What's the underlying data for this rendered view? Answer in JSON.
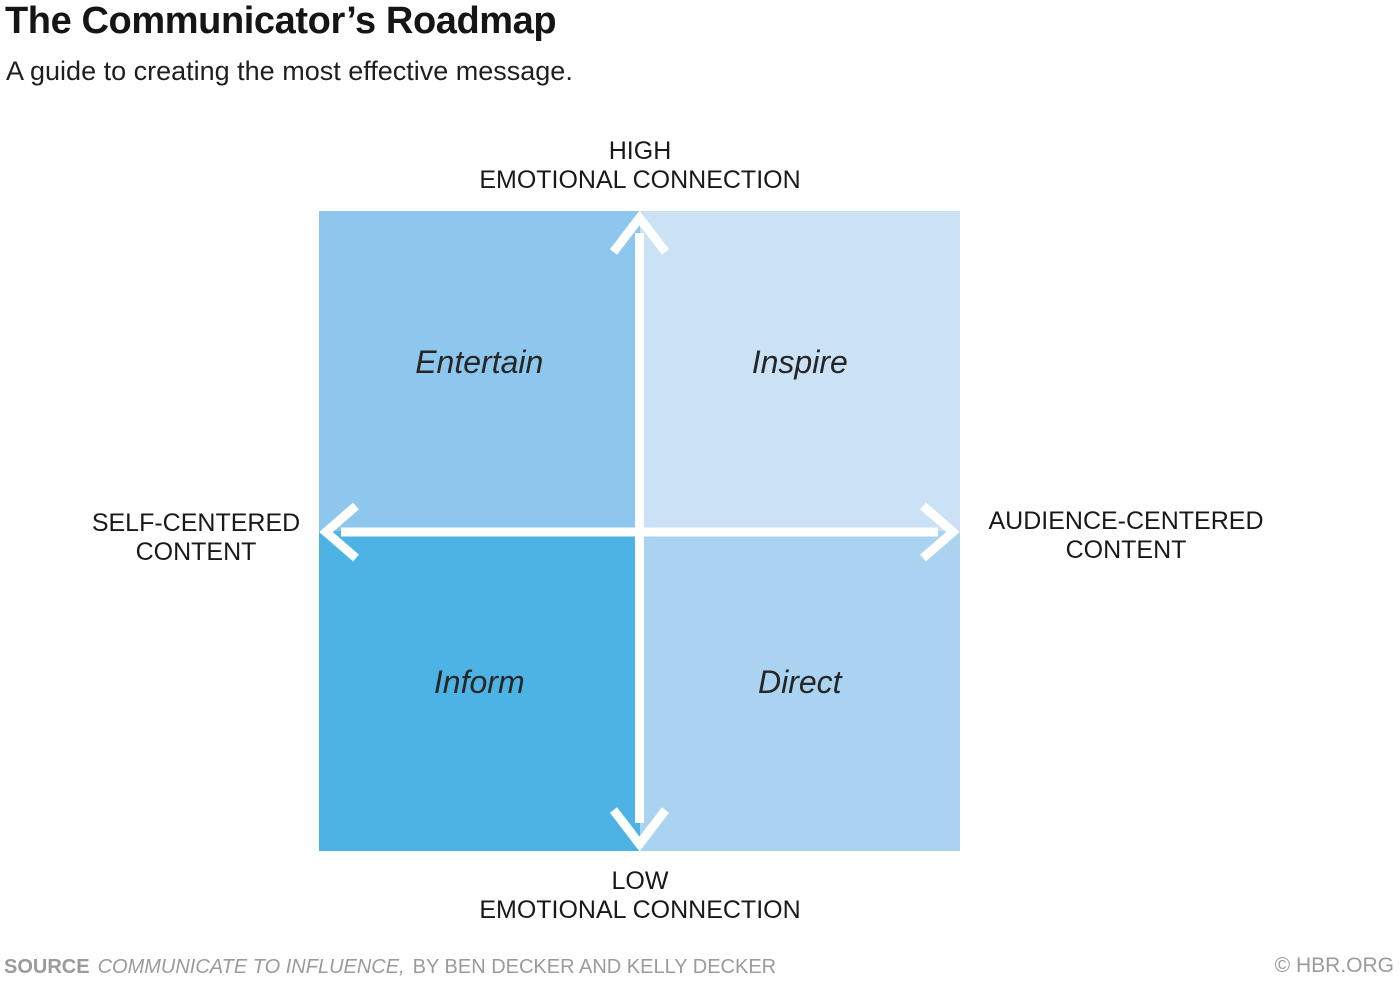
{
  "header": {
    "title": "The Communicator’s Roadmap",
    "subtitle": "A guide to creating the most effective message."
  },
  "chart_data": {
    "type": "quadrant",
    "x_axis": {
      "negative_label": "SELF-CENTERED CONTENT",
      "positive_label": "AUDIENCE-CENTERED CONTENT"
    },
    "y_axis": {
      "positive_label": "HIGH EMOTIONAL CONNECTION",
      "negative_label": "LOW EMOTIONAL CONNECTION"
    },
    "quadrants": [
      {
        "position": "top-left",
        "label": "Entertain",
        "color": "#8ec7ed"
      },
      {
        "position": "top-right",
        "label": "Inspire",
        "color": "#cbe2f6"
      },
      {
        "position": "bottom-left",
        "label": "Inform",
        "color": "#4db3e5"
      },
      {
        "position": "bottom-right",
        "label": "Direct",
        "color": "#a9d3f0"
      }
    ],
    "arrow_color": "#ffffff"
  },
  "axes": {
    "top": {
      "line1": "HIGH",
      "line2": "EMOTIONAL CONNECTION"
    },
    "bottom": {
      "line1": "LOW",
      "line2": "EMOTIONAL CONNECTION"
    },
    "left": {
      "line1": "SELF-CENTERED",
      "line2": "CONTENT"
    },
    "right": {
      "line1": "AUDIENCE-CENTERED",
      "line2": "CONTENT"
    }
  },
  "footer": {
    "source_label": "SOURCE",
    "source_title": "COMMUNICATE TO INFLUENCE,",
    "source_authors": "BY BEN DECKER AND KELLY DECKER",
    "credit": "© HBR.ORG"
  }
}
